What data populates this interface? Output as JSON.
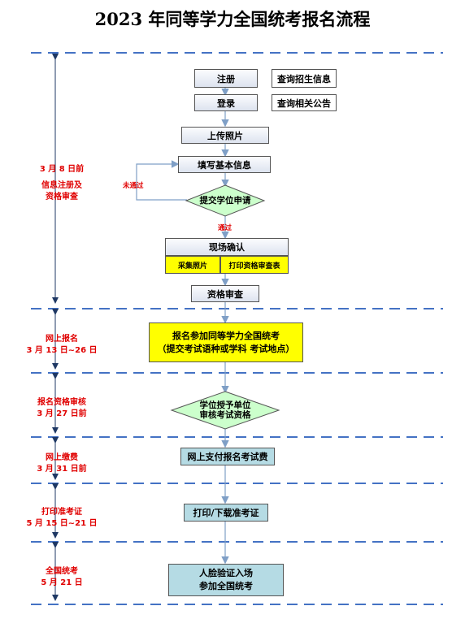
{
  "title": "2023 年同等学力全国统考报名流程",
  "stages": [
    {
      "label": "3 月 8 日前\n信息注册及\n资格审查"
    },
    {
      "label": "网上报名\n3 月 13 日~26 日"
    },
    {
      "label": "报名资格审核\n3 月 27 日前"
    },
    {
      "label": "网上缴费\n3 月 31 日前"
    },
    {
      "label": "打印准考证\n5 月 15 日~21 日"
    },
    {
      "label": "全国统考\n5 月 21 日"
    }
  ],
  "steps": {
    "register": "注册",
    "query_admission": "查询招生信息",
    "login": "登录",
    "query_notice": "查询相关公告",
    "upload_photo": "上传照片",
    "fill_info": "填写基本信息",
    "submit_degree": "提交学位申请",
    "not_passed": "未通过",
    "passed": "通过",
    "onsite_confirm": "现场确认",
    "collect_photo": "采集照片",
    "print_review": "打印资格审查表",
    "qualification_review": "资格审查",
    "apply_exam_line1": "报名参加同等学力全国统考",
    "apply_exam_line2": "（提交考试语种或学科  考试地点）",
    "degree_unit_line1": "学位授予单位",
    "degree_unit_line2": "审核考试资格",
    "online_pay": "网上支付报名考试费",
    "print_ticket": "打印/下载准考证",
    "face_verify_line1": "人脸验证入场",
    "face_verify_line2": "参加全国统考"
  },
  "colors": {
    "dash_line": "#4472c4",
    "arrow": "#7f9fc6",
    "stage_text": "#e00000",
    "yellow": "#ffff00",
    "green": "#ccffcc",
    "teal": "#b5dbe4"
  }
}
